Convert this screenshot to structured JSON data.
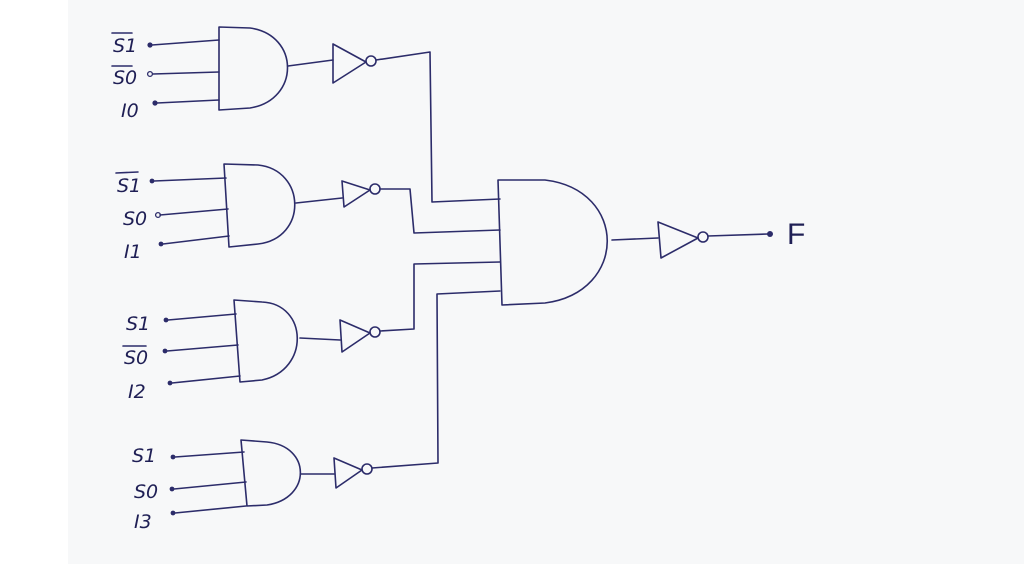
{
  "diagram": {
    "gate_rows": [
      {
        "inputs": [
          {
            "label": "S1",
            "inverted": true
          },
          {
            "label": "S0",
            "inverted": true
          },
          {
            "label": "I0",
            "inverted": false
          }
        ]
      },
      {
        "inputs": [
          {
            "label": "S1",
            "inverted": true
          },
          {
            "label": "S0",
            "inverted": false
          },
          {
            "label": "I1",
            "inverted": false
          }
        ]
      },
      {
        "inputs": [
          {
            "label": "S1",
            "inverted": false
          },
          {
            "label": "S0",
            "inverted": true
          },
          {
            "label": "I2",
            "inverted": false
          }
        ]
      },
      {
        "inputs": [
          {
            "label": "S1",
            "inverted": false
          },
          {
            "label": "S0",
            "inverted": false
          },
          {
            "label": "I3",
            "inverted": false
          }
        ]
      }
    ],
    "output_label": "F"
  }
}
